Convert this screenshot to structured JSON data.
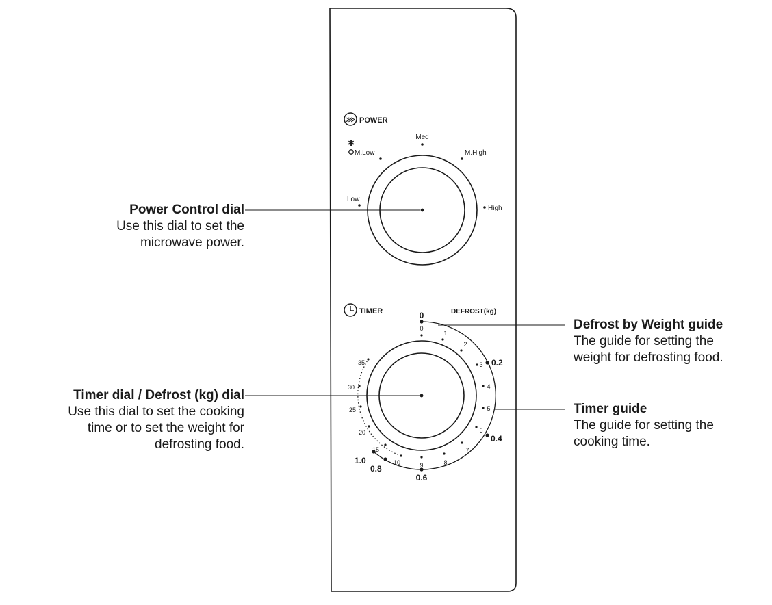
{
  "power_section": {
    "heading": "POWER",
    "labels": {
      "low": "Low",
      "m_low": "M.Low",
      "med": "Med",
      "m_high": "M.High",
      "high": "High"
    }
  },
  "timer_section": {
    "heading": "TIMER",
    "defrost_heading": "DEFROST(kg)",
    "minute_marks_inner": [
      "0",
      "1",
      "2",
      "3",
      "4",
      "5",
      "6",
      "7",
      "8",
      "9",
      "10"
    ],
    "minute_marks_outer": [
      "15",
      "20",
      "25",
      "30",
      "35"
    ],
    "defrost_marks": [
      "0",
      "0.2",
      "0.4",
      "0.6",
      "0.8",
      "1.0"
    ]
  },
  "callouts": {
    "power_dial": {
      "title": "Power Control dial",
      "lines": [
        "Use this dial to set the",
        "microwave power."
      ]
    },
    "timer_dial": {
      "title": "Timer dial / Defrost (kg) dial",
      "lines": [
        "Use this dial to set the cooking",
        "time or to set the weight for",
        "defrosting food."
      ]
    },
    "defrost_guide": {
      "title": "Defrost by Weight guide",
      "lines": [
        "The guide for setting the",
        "weight for defrosting food."
      ]
    },
    "timer_guide": {
      "title": "Timer guide",
      "lines": [
        "The guide for setting the",
        "cooking time."
      ]
    }
  }
}
